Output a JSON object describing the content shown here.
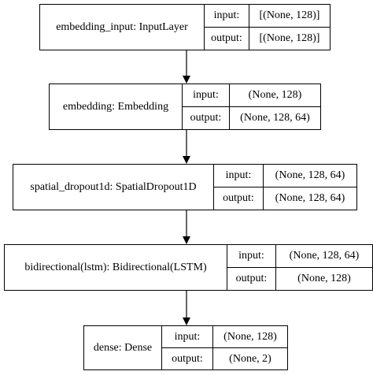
{
  "nodes": [
    {
      "name": "embedding_input: InputLayer",
      "input_label": "input:",
      "input_value": "[(None, 128)]",
      "output_label": "output:",
      "output_value": "[(None, 128)]"
    },
    {
      "name": "embedding: Embedding",
      "input_label": "input:",
      "input_value": "(None, 128)",
      "output_label": "output:",
      "output_value": "(None, 128, 64)"
    },
    {
      "name": "spatial_dropout1d: SpatialDropout1D",
      "input_label": "input:",
      "input_value": "(None, 128, 64)",
      "output_label": "output:",
      "output_value": "(None, 128, 64)"
    },
    {
      "name": "bidirectional(lstm): Bidirectional(LSTM)",
      "input_label": "input:",
      "input_value": "(None, 128, 64)",
      "output_label": "output:",
      "output_value": "(None, 128)"
    },
    {
      "name": "dense: Dense",
      "input_label": "input:",
      "input_value": "(None, 128)",
      "output_label": "output:",
      "output_value": "(None, 2)"
    }
  ],
  "colors": {
    "line": "#000000",
    "background": "#ffffff"
  }
}
